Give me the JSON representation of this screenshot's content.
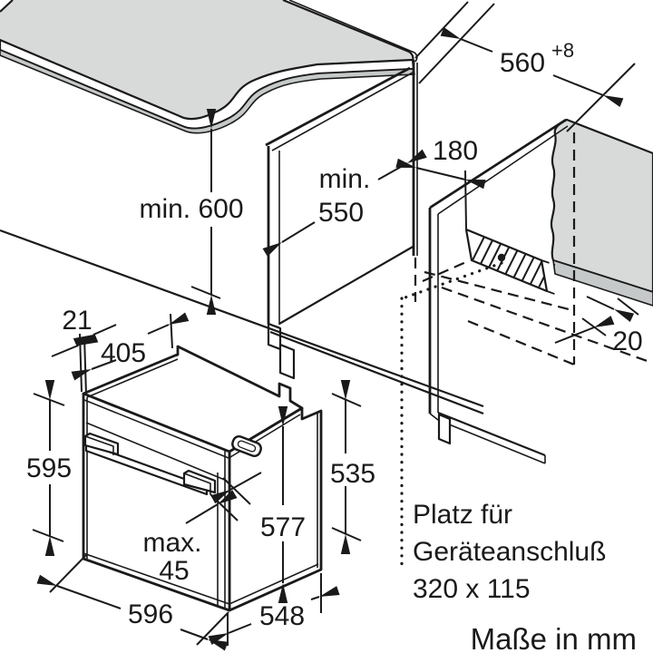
{
  "diagram": {
    "type": "appliance-installation-drawing",
    "units_note": "Maße in mm",
    "connection_note": {
      "line1": "Platz für",
      "line2": "Geräteanschluß",
      "line3": "320 x 115"
    },
    "dims": {
      "worktop_height": {
        "label": "min. 600"
      },
      "niche_depth": {
        "line1": "min.",
        "line2": "550"
      },
      "niche_width": {
        "value": "560",
        "tolerance": "+8"
      },
      "connection_offset": {
        "value": "180"
      },
      "rear_gap": {
        "value": "20"
      },
      "front_overlap": {
        "value": "21"
      },
      "top_depth": {
        "value": "405"
      },
      "front_height": {
        "value": "595"
      },
      "rear_height": {
        "value": "535"
      },
      "body_height": {
        "value": "577"
      },
      "handle_depth": {
        "line1": "max.",
        "line2": "45"
      },
      "front_width": {
        "value": "596"
      },
      "body_depth": {
        "value": "548"
      }
    },
    "colors": {
      "line": "#1a1a1a",
      "surface_gray": "#d8dada",
      "edge_gray": "#c6c9c9",
      "background": "#ffffff"
    }
  }
}
